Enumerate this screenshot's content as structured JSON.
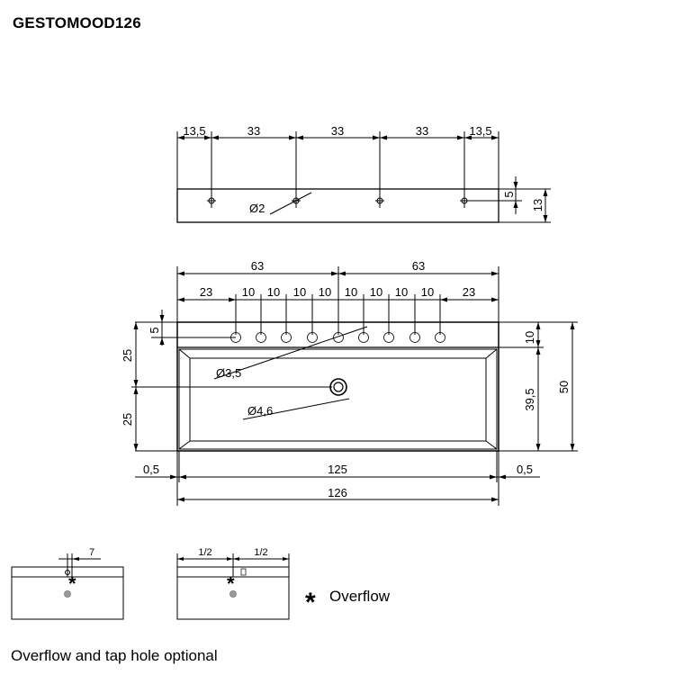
{
  "title": "GESTOMOOD126",
  "footnote": "Overflow and tap hole optional",
  "legend": {
    "symbol": "*",
    "label": "Overflow"
  },
  "top_view": {
    "spacing": [
      "13,5",
      "33",
      "33",
      "33",
      "13,5"
    ],
    "hole_diameter": "Ø2",
    "right_dims": [
      "5",
      "13"
    ]
  },
  "front_view": {
    "half_widths": [
      "63",
      "63"
    ],
    "hole_spacing": [
      "23",
      "10",
      "10",
      "10",
      "10",
      "10",
      "10",
      "10",
      "10",
      "23"
    ],
    "left_dims": [
      "5",
      "25",
      "25"
    ],
    "right_dims": [
      "10",
      "39,5",
      "50"
    ],
    "hole_diameter": "Ø3,5",
    "drain_diameter": "Ø4,6",
    "bottom_dims": [
      "0,5",
      "125",
      "0,5",
      "126"
    ]
  },
  "small_views": {
    "left_dim": "7",
    "right_dims": [
      "1/2",
      "1/2"
    ]
  }
}
